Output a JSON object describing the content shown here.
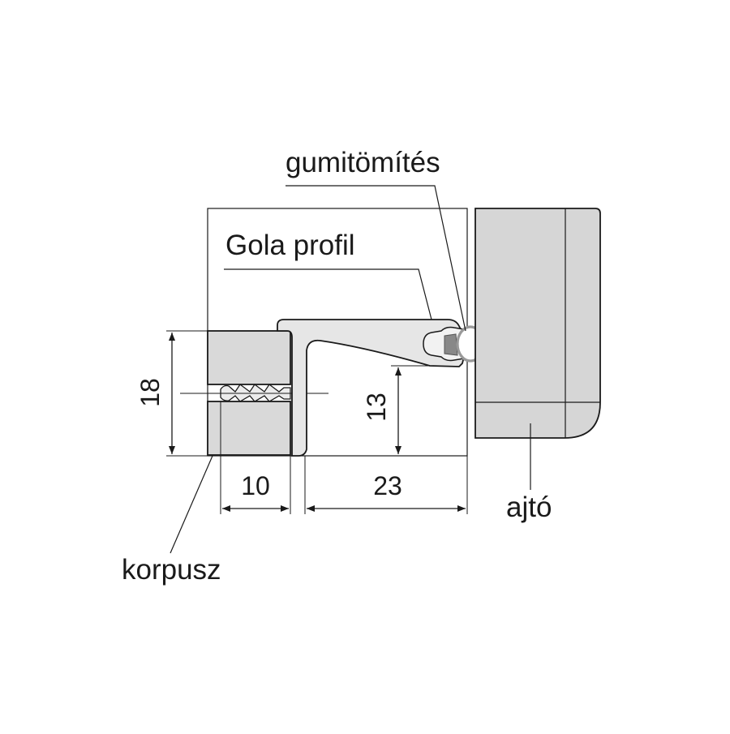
{
  "labels": {
    "rubber_seal": "gumitömítés",
    "gola_profile": "Gola profil",
    "carcass": "korpusz",
    "door": "ajtó"
  },
  "dimensions": {
    "height_carcass": "18",
    "width_carcass": "10",
    "width_profile": "23",
    "height_profile": "13"
  },
  "colors": {
    "line": "#1a1a1a",
    "fill_carcass": "#d9d9d9",
    "fill_profile": "#e6e6e6",
    "fill_door": "#d6d6d6",
    "seal": "#999999"
  }
}
